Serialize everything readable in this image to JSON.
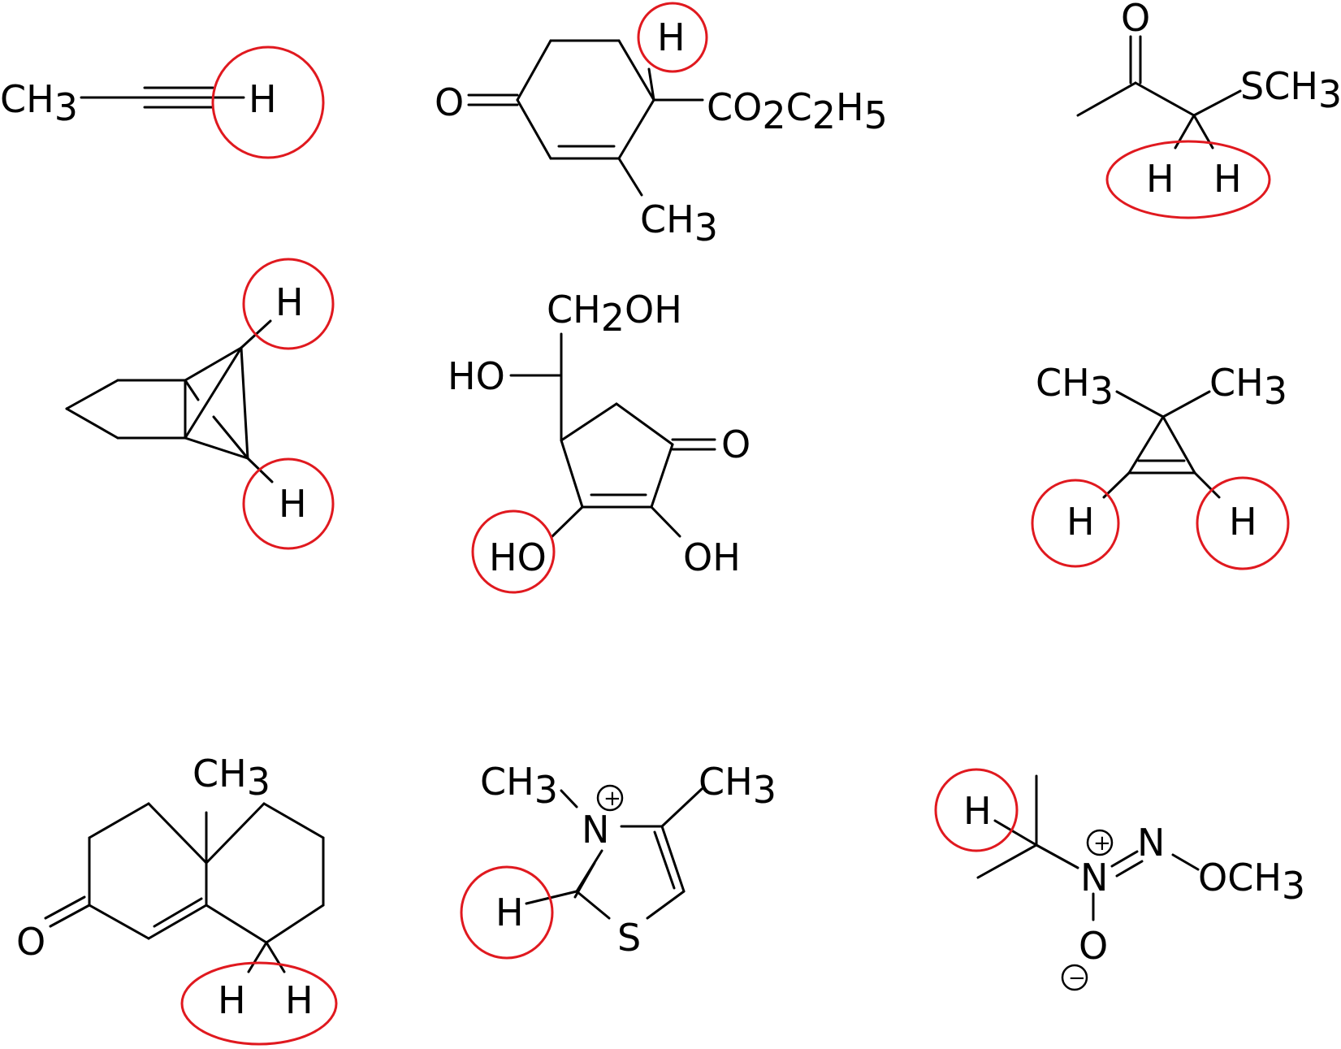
{
  "colors": {
    "ink": "#000000",
    "highlight": "#e0191f",
    "background": "#ffffff"
  },
  "molecules": [
    {
      "atoms": {
        "methyl_left": "CH",
        "methyl_left_sub": "3",
        "terminal_h": "H"
      }
    },
    {
      "atoms": {
        "ketone_o": "O",
        "ring_h": "H",
        "ester_prefix": "CO",
        "ester_sub1": "2",
        "ester_c": "C",
        "ester_sub2": "2",
        "ester_h": "H",
        "ester_sub3": "5",
        "methyl": "CH",
        "methyl_sub": "3"
      }
    },
    {
      "atoms": {
        "carbonyl_o": "O",
        "thio": "SCH",
        "thio_sub": "3",
        "h_left": "H",
        "h_right": "H"
      }
    },
    {
      "atoms": {
        "h_top": "H",
        "h_bottom": "H"
      }
    },
    {
      "atoms": {
        "ch2oh_a": "CH",
        "ch2oh_sub": "2",
        "ch2oh_b": "OH",
        "side_ho": "HO",
        "ketone_o": "O",
        "ring_ho": "HO",
        "ring_oh": "OH"
      }
    },
    {
      "atoms": {
        "methyl_left": "CH",
        "methyl_left_sub": "3",
        "methyl_right": "CH",
        "methyl_right_sub": "3",
        "h_left": "H",
        "h_right": "H"
      }
    },
    {
      "atoms": {
        "methyl": "CH",
        "methyl_sub": "3",
        "ketone_o": "O",
        "h_left": "H",
        "h_right": "H"
      }
    },
    {
      "atoms": {
        "n_methyl": "CH",
        "n_methyl_sub": "3",
        "n": "N",
        "n_charge": "+",
        "c_methyl": "CH",
        "c_methyl_sub": "3",
        "s": "S",
        "h": "H"
      }
    },
    {
      "atoms": {
        "h": "H",
        "n1": "N",
        "n1_charge": "+",
        "n2": "N",
        "methoxy": "OCH",
        "methoxy_sub": "3",
        "oxide": "O",
        "oxide_charge": "−"
      }
    }
  ]
}
